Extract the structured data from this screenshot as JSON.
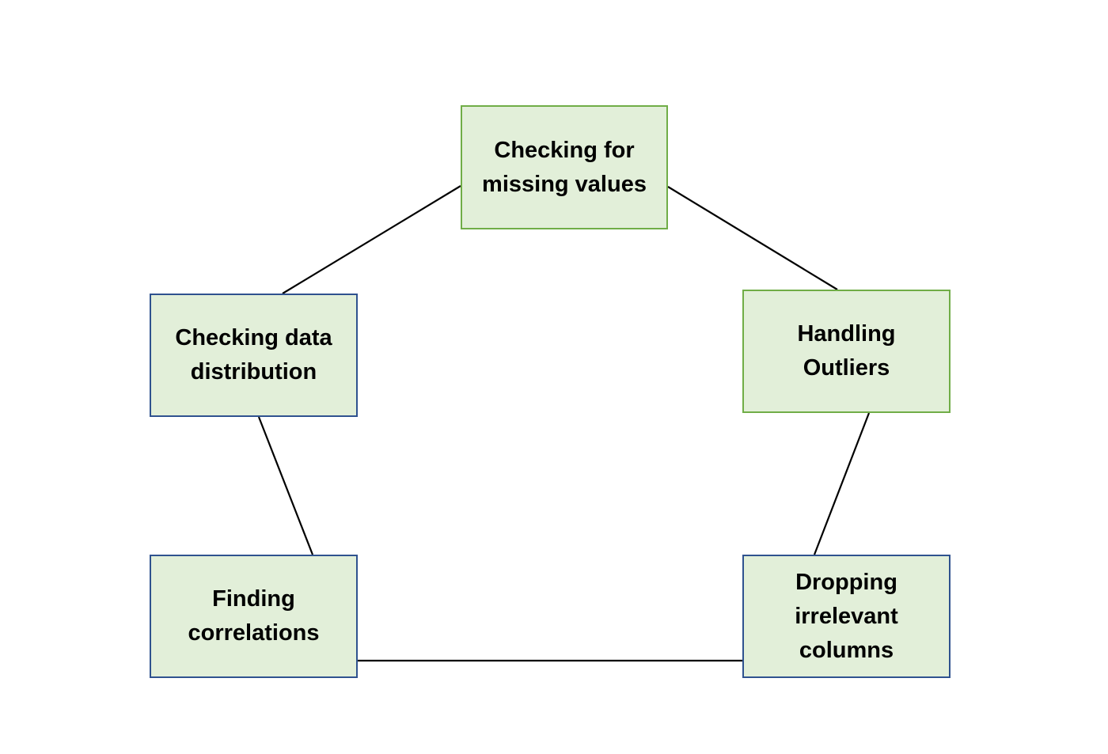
{
  "diagram": {
    "nodes": [
      {
        "id": "missing",
        "label": "Checking for\nmissing values",
        "border_color": "#70ad47"
      },
      {
        "id": "outliers",
        "label": "Handling\nOutliers",
        "border_color": "#70ad47"
      },
      {
        "id": "dropping",
        "label": "Dropping\nirrelevant\ncolumns",
        "border_color": "#2f528f"
      },
      {
        "id": "correlations",
        "label": "Finding\ncorrelations",
        "border_color": "#2f528f"
      },
      {
        "id": "distribution",
        "label": "Checking data\ndistribution",
        "border_color": "#2f528f"
      }
    ],
    "edges": [
      {
        "from": "missing",
        "to": "outliers"
      },
      {
        "from": "outliers",
        "to": "dropping"
      },
      {
        "from": "dropping",
        "to": "correlations"
      },
      {
        "from": "correlations",
        "to": "distribution"
      },
      {
        "from": "distribution",
        "to": "missing"
      }
    ],
    "colors": {
      "fill": "#e2efd9",
      "edge": "#000000"
    }
  }
}
